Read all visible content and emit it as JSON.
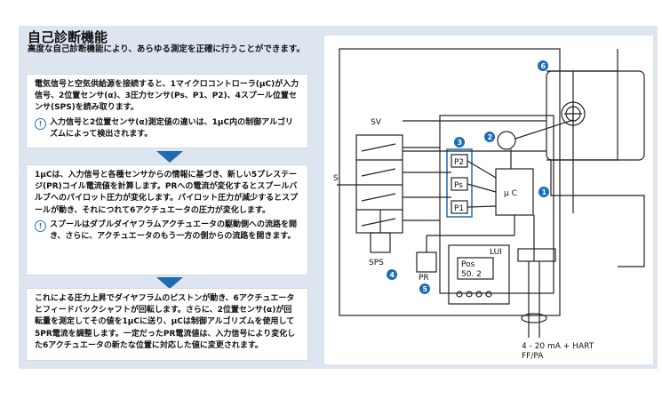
{
  "title": "自己診断機能",
  "subtitle": "高度な自己診断機能により、あらゆる測定を正確に行うことができます。",
  "steps": [
    {
      "text": "電気信号と空気供給源を接続すると、1マイクロコントローラ(μC)が入力信号、2位置センサ(α)、3圧力センサ(Ps、P1、P2)、4スプール位置センサ(SPS)を読み取ります。",
      "note": "入力信号と2位置センサ(α)測定値の違いは、1μC内の制御アルゴリズムによって検出されます。"
    },
    {
      "text": "1μCは、入力信号と各種センサからの情報に基づき、新しい5プレステージ(PR)コイル電流値を計算します。PRへの電流が変化するとスプールバルブへのパイロット圧力が変化します。パイロット圧力が減少するとスプールが動き、それにつれて6アクチュエータの圧力が変化します。",
      "note": "スプールはダブルダイヤフラムアクチュエータの駆動側への流路を開き、さらに、アクチュエータのもう一方の側からの流路を開きます。"
    },
    {
      "text": "これによる圧力上昇でダイヤフラムのピストンが動き、6アクチュエータとフィードバックシャフトが回転します。さらに、2位置センサ(α)が回転量を測定してその値を1μCに送り、μCは制御アルゴリズムを使用して5PR電流を調整します。一定だったPR電流値は、入力信号により変化した6アクチュエータの新たな位置に対応した値に変更されます。"
    }
  ],
  "badges": {
    "1": "1",
    "2": "2",
    "3": "3",
    "4": "4",
    "5": "5",
    "6": "6"
  },
  "labels": {
    "sv": "SV",
    "s": "S",
    "uc": "μ C",
    "p2": "P2",
    "ps": "Ps",
    "p1": "P1",
    "sps": "SPS",
    "pr": "PR",
    "lui": "LUI",
    "lui_line1": "Pos",
    "lui_line2": "50. 2",
    "signal": "4 - 20 mA + HART",
    "bus": "FF/PA"
  }
}
